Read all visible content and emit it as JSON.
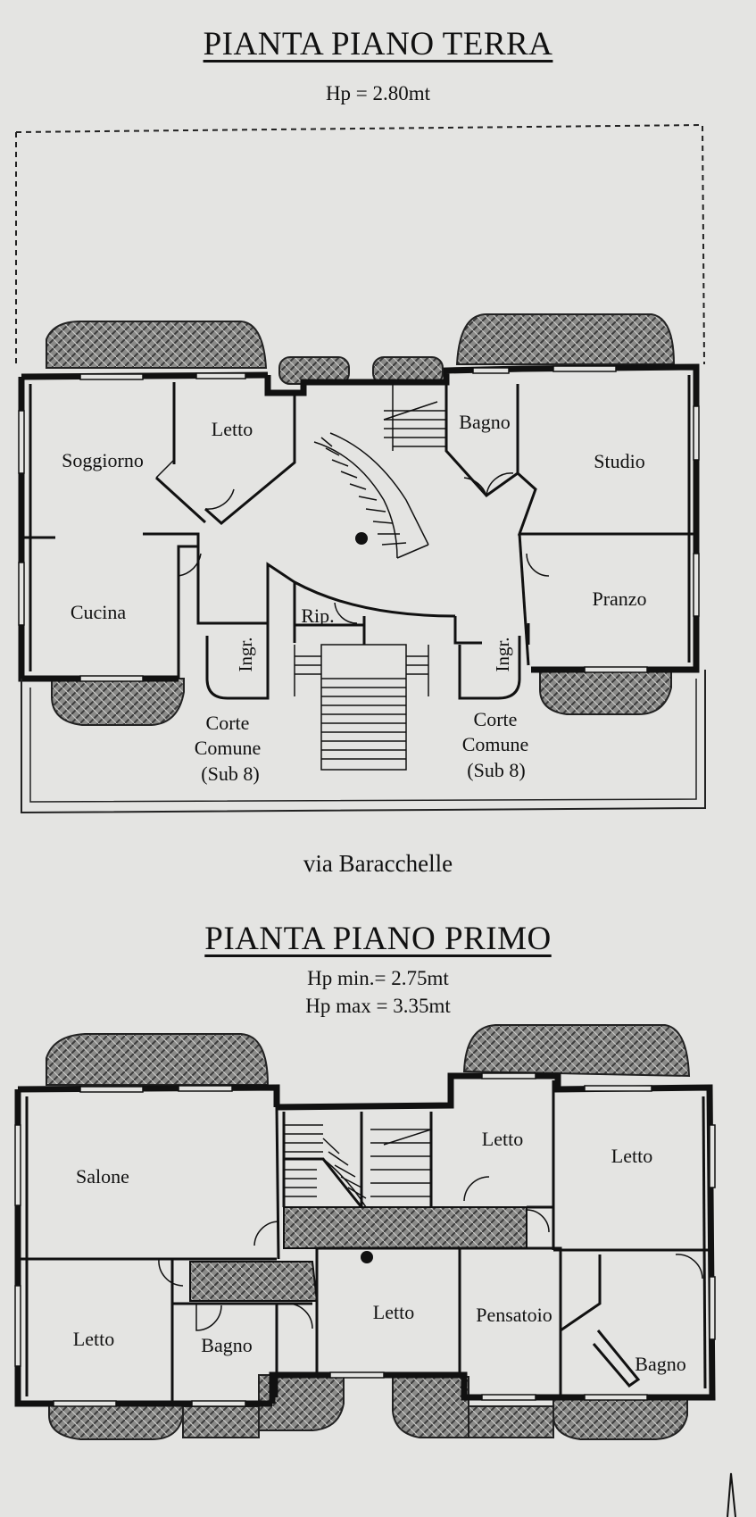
{
  "ground_floor": {
    "title": "PIANTA PIANO TERRA",
    "height": "Hp = 2.80mt",
    "rooms": {
      "letto": "Letto",
      "soggiorno": "Soggiorno",
      "cucina": "Cucina",
      "bagno": "Bagno",
      "studio": "Studio",
      "pranzo": "Pranzo",
      "ripostiglio": "Rip.",
      "ingresso_left": "Ingr.",
      "ingresso_right": "Ingr."
    },
    "courtyard_left": [
      "Corte",
      "Comune",
      "(Sub 8)"
    ],
    "courtyard_right": [
      "Corte",
      "Comune",
      "(Sub 8)"
    ]
  },
  "street": "via Baracchelle",
  "first_floor": {
    "title": "PIANTA PIANO PRIMO",
    "height_min": "Hp min.= 2.75mt",
    "height_max": "Hp max = 3.35mt",
    "rooms": {
      "salone": "Salone",
      "letto_top_mid": "Letto",
      "letto_top_right": "Letto",
      "letto_bottom_left": "Letto",
      "letto_center": "Letto",
      "bagno_left": "Bagno",
      "pensatoio": "Pensatoio",
      "bagno_right": "Bagno"
    }
  }
}
